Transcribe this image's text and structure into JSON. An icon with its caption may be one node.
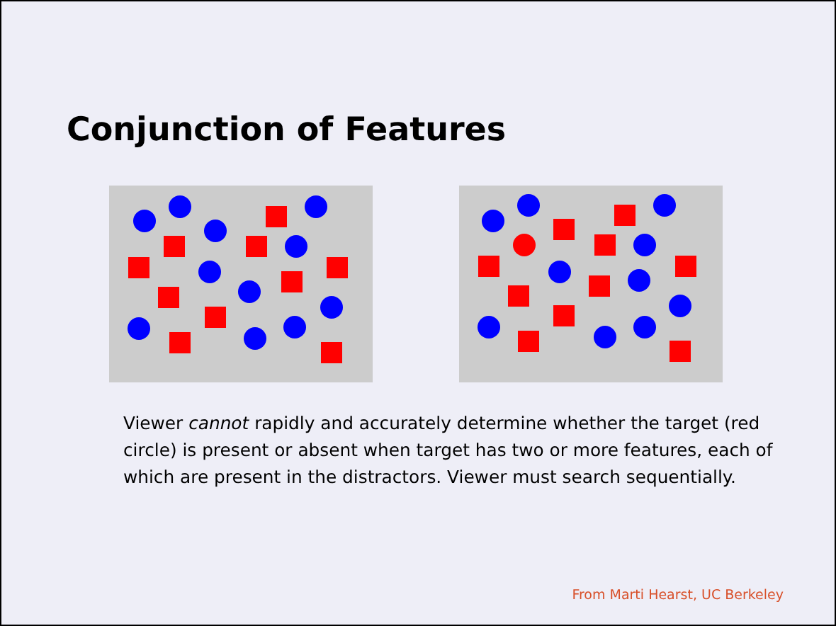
{
  "diagram": {
    "title": "Conjunction of Features",
    "labels": [
      "Viewer *cannot* rapidly and accurately determine whether the target (red circle) is present or absent when target has two or more features, each of which are present in the distractors.  Viewer must search sequentially.",
      "From Marti Hearst, UC Berkeley"
    ]
  }
}
